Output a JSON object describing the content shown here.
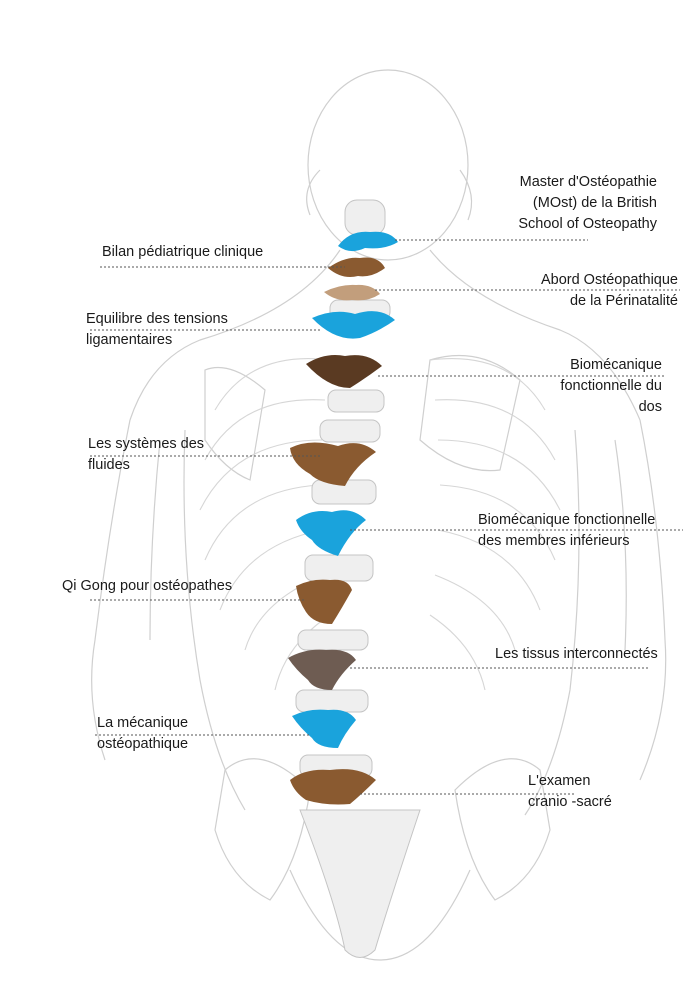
{
  "labels": {
    "master_osteo": [
      "Master d'Ostéopathie",
      "(MOst) de la British",
      "School of Osteopathy"
    ],
    "bilan_pediatrique": [
      "Bilan pédiatrique clinique"
    ],
    "perinatalite": [
      "Abord Ostéopathique",
      "de la Périnatalité"
    ],
    "tensions_ligamentaires": [
      "Equilibre des tensions",
      "ligamentaires"
    ],
    "biomeca_dos": [
      "Biomécanique",
      "fonctionnelle du",
      "dos"
    ],
    "systemes_fluides": [
      "Les systèmes des",
      "fluides"
    ],
    "biomeca_membres": [
      "Biomécanique fonctionnelle",
      "des membres inférieurs"
    ],
    "qi_gong": [
      "Qi Gong pour ostéopathes"
    ],
    "tissus_interconnectes": [
      "Les tissus interconnectés"
    ],
    "mecanique_osteo": [
      "La mécanique",
      "ostéopathique"
    ],
    "examen_cranio": [
      "L'examen",
      "cranio -sacré"
    ]
  },
  "colors": {
    "blue": "#1aa3dc",
    "brown": "#8a5a30",
    "dark_brown": "#5a3a22",
    "gray_brown": "#6e5c52",
    "tan": "#c29e7c",
    "sketch": "#c9c9c9",
    "leader": "#555555"
  }
}
